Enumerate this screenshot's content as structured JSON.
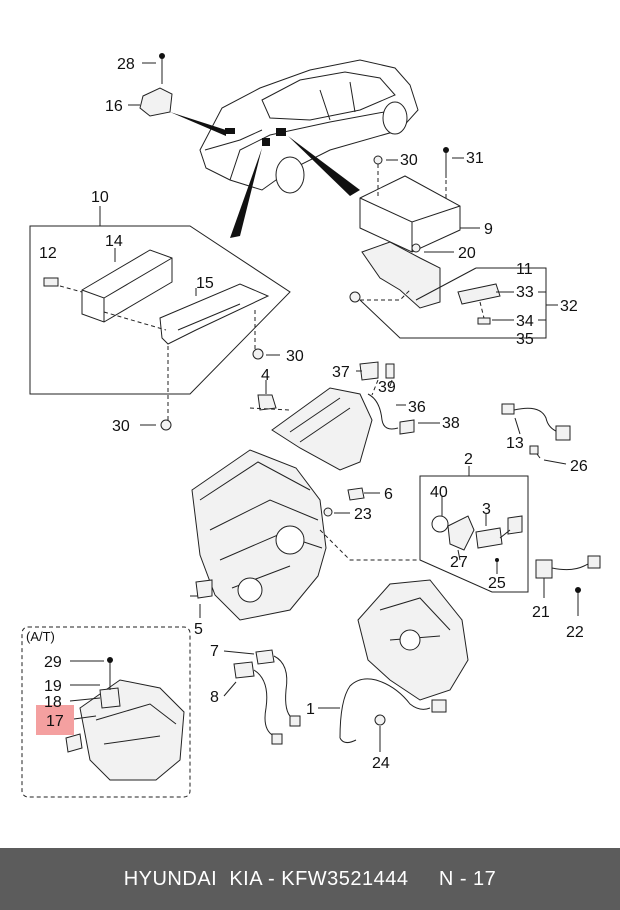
{
  "diagram": {
    "callouts": {
      "n1": "1",
      "n2": "2",
      "n3": "3",
      "n4": "4",
      "n5": "5",
      "n6": "6",
      "n7": "7",
      "n8": "8",
      "n9": "9",
      "n10": "10",
      "n11": "11",
      "n12": "12",
      "n13": "13",
      "n14": "14",
      "n15": "15",
      "n16": "16",
      "n17": "17",
      "n18": "18",
      "n19": "19",
      "n20": "20",
      "n21": "21",
      "n22": "22",
      "n23": "23",
      "n24": "24",
      "n25": "25",
      "n26": "26",
      "n27": "27",
      "n28": "28",
      "n29": "29",
      "n30a": "30",
      "n30b": "30",
      "n30c": "30",
      "n31": "31",
      "n32": "32",
      "n33": "33",
      "n34": "34",
      "n35": "35",
      "n36": "36",
      "n37": "37",
      "n38": "38",
      "n39": "39",
      "n40": "40"
    },
    "at_label": "(A/T)",
    "highlight_color": "#f4a0a0"
  },
  "footer": {
    "brand": "HYUNDAI  KIA - KFW3521444",
    "page": "N - 17",
    "background": "#5c5c5c"
  }
}
